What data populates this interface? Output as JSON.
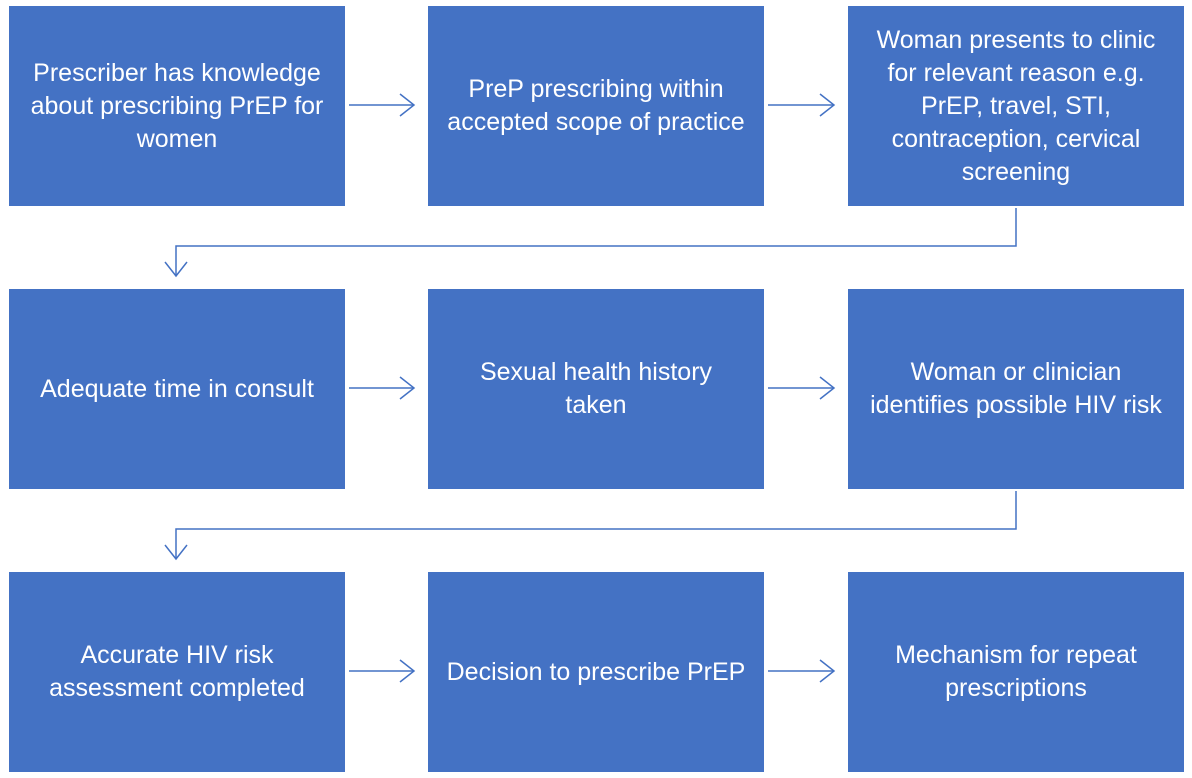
{
  "colors": {
    "box_fill": "#4472C4",
    "box_text": "#FFFFFF",
    "connector": "#4472C4",
    "background": "#FFFFFF"
  },
  "steps": [
    {
      "id": "prescriber-knowledge",
      "label": "Prescriber has knowledge about prescribing PrEP for women"
    },
    {
      "id": "scope-of-practice",
      "label": "PreP prescribing within accepted scope of practice"
    },
    {
      "id": "woman-presents",
      "label": "Woman presents to clinic for relevant reason e.g. PrEP, travel, STI, contraception, cervical screening"
    },
    {
      "id": "adequate-time",
      "label": "Adequate time in consult"
    },
    {
      "id": "sexual-health-history",
      "label": "Sexual health history taken"
    },
    {
      "id": "identifies-hiv-risk",
      "label": "Woman or clinician identifies possible HIV risk"
    },
    {
      "id": "risk-assessment",
      "label": "Accurate HIV risk assessment completed"
    },
    {
      "id": "decision-to-prescribe",
      "label": "Decision to prescribe PrEP"
    },
    {
      "id": "repeat-prescriptions",
      "label": "Mechanism for repeat prescriptions"
    }
  ],
  "connections": [
    {
      "from": "prescriber-knowledge",
      "to": "scope-of-practice"
    },
    {
      "from": "scope-of-practice",
      "to": "woman-presents"
    },
    {
      "from": "woman-presents",
      "to": "adequate-time"
    },
    {
      "from": "adequate-time",
      "to": "sexual-health-history"
    },
    {
      "from": "sexual-health-history",
      "to": "identifies-hiv-risk"
    },
    {
      "from": "identifies-hiv-risk",
      "to": "risk-assessment"
    },
    {
      "from": "risk-assessment",
      "to": "decision-to-prescribe"
    },
    {
      "from": "decision-to-prescribe",
      "to": "repeat-prescriptions"
    }
  ]
}
